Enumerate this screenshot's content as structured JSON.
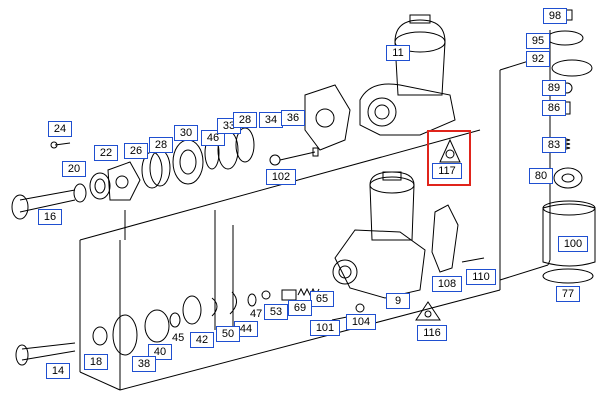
{
  "labels": {
    "p98": "98",
    "p95": "95",
    "p92": "92",
    "p89": "89",
    "p86": "86",
    "p83": "83",
    "p80": "80",
    "p100": "100",
    "p77": "77",
    "p11": "11",
    "p117": "117",
    "p24": "24",
    "p20": "20",
    "p22": "22",
    "p26": "26",
    "p28a": "28",
    "p30": "30",
    "p46": "46",
    "p33": "33",
    "p28b": "28",
    "p34": "34",
    "p36": "36",
    "p102": "102",
    "p16": "16",
    "p9": "9",
    "p108": "108",
    "p110": "110",
    "p65": "65",
    "p69": "69",
    "p53": "53",
    "p47": "47",
    "p44": "44",
    "p50": "50",
    "p42": "42",
    "p45": "45",
    "p40": "40",
    "p38": "38",
    "p18": "18",
    "p14": "14",
    "p101": "101",
    "p104": "104",
    "p116": "116"
  },
  "colors": {
    "callout_border": "#1f4fd0",
    "highlight": "#e0241b",
    "line": "#000000"
  }
}
